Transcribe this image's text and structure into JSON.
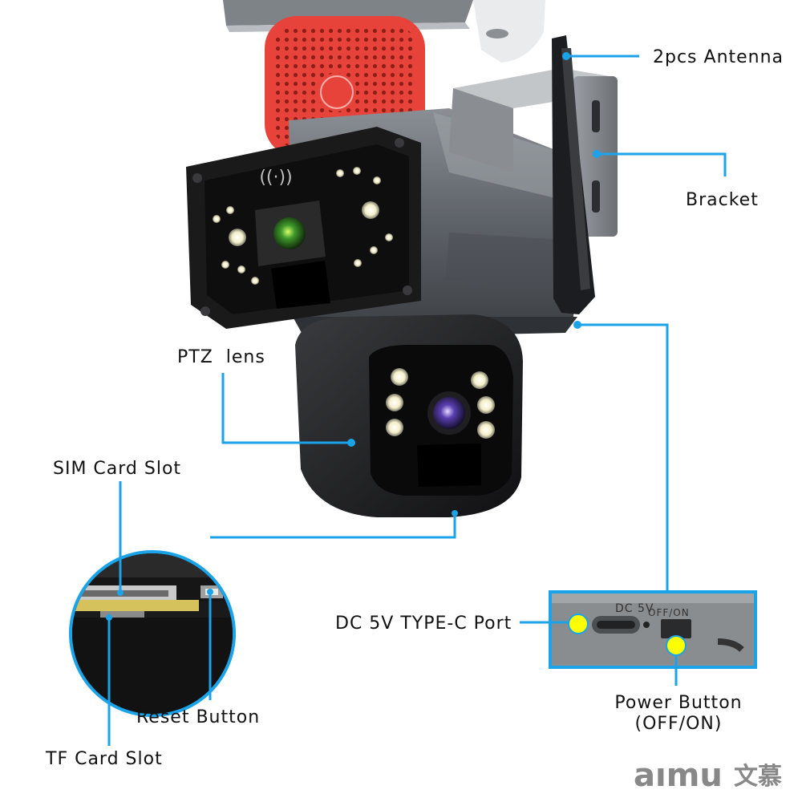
{
  "labels": {
    "antenna": "2pcs Antenna",
    "bracket": "Bracket",
    "ptz_lens": "PTZ  lens",
    "sim_card_slot": "SIM Card Slot",
    "reset_button": "Reset Button",
    "tf_card_slot": "TF Card Slot",
    "dc_port": "DC 5V TYPE-C Port",
    "power_button_line1": "Power Button",
    "power_button_line2": "(OFF/ON)",
    "port_panel_dc": "DC 5V",
    "port_panel_switch": "OFF/ON"
  },
  "logo": {
    "latin": "aımu",
    "cjk": "文慕"
  },
  "colors": {
    "callout_blue": "#1aa3e8",
    "dot_yellow": "#ffff00",
    "housing_gray": "#5f6368",
    "panel_black": "#1a1a1a",
    "speaker_red": "#e8433a"
  }
}
